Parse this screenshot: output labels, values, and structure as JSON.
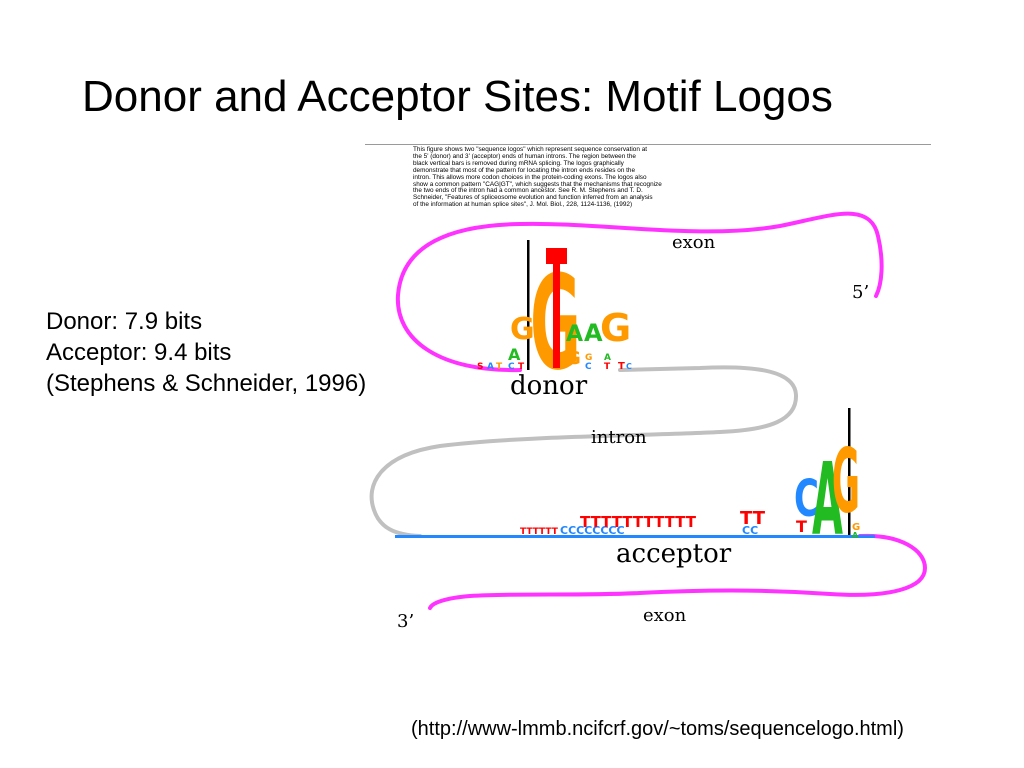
{
  "slide": {
    "title": "Donor and Acceptor Sites: Motif Logos",
    "url": "(http://www-lmmb.ncifcrf.gov/~toms/sequencelogo.html)"
  },
  "stats": {
    "donor": "Donor: 7.9 bits",
    "acceptor": "Acceptor: 9.4 bits",
    "citation": "(Stephens & Schneider, 1996)"
  },
  "figure": {
    "caption": [
      "This figure shows two \"sequence logos\" which represent sequence conservation at",
      "the 5' (donor) and 3' (acceptor) ends of human introns.  The region between the",
      "black vertical bars is removed during mRNA splicing.  The logos graphically",
      "demonstrate that most of the pattern for locating the intron ends resides on the",
      "intron.  This allows more codon choices in the protein-coding exons.  The logos also",
      "show a common pattern \"CAG|GT\", which suggests that the mechanisms that recognize",
      "the two ends of the intron had a common ancestor.  See R. M. Stephens and T. D.",
      "Schneider, \"Features of spliceosome evolution and function inferred from an analysis",
      "of the information at human splice sites\", J. Mol. Biol., 228, 1124-1136, (1992)"
    ],
    "labels": {
      "exon_top": "exon",
      "five_prime": "5’",
      "donor": "donor",
      "intron": "intron",
      "acceptor": "acceptor",
      "three_prime": "3’",
      "exon_bottom": "exon"
    },
    "colors": {
      "exon_line": "#ff33ff",
      "intron_line": "#c0c0c0",
      "A": "#22bb22",
      "C": "#2288ff",
      "G": "#ff9900",
      "T": "#ff0000"
    }
  }
}
